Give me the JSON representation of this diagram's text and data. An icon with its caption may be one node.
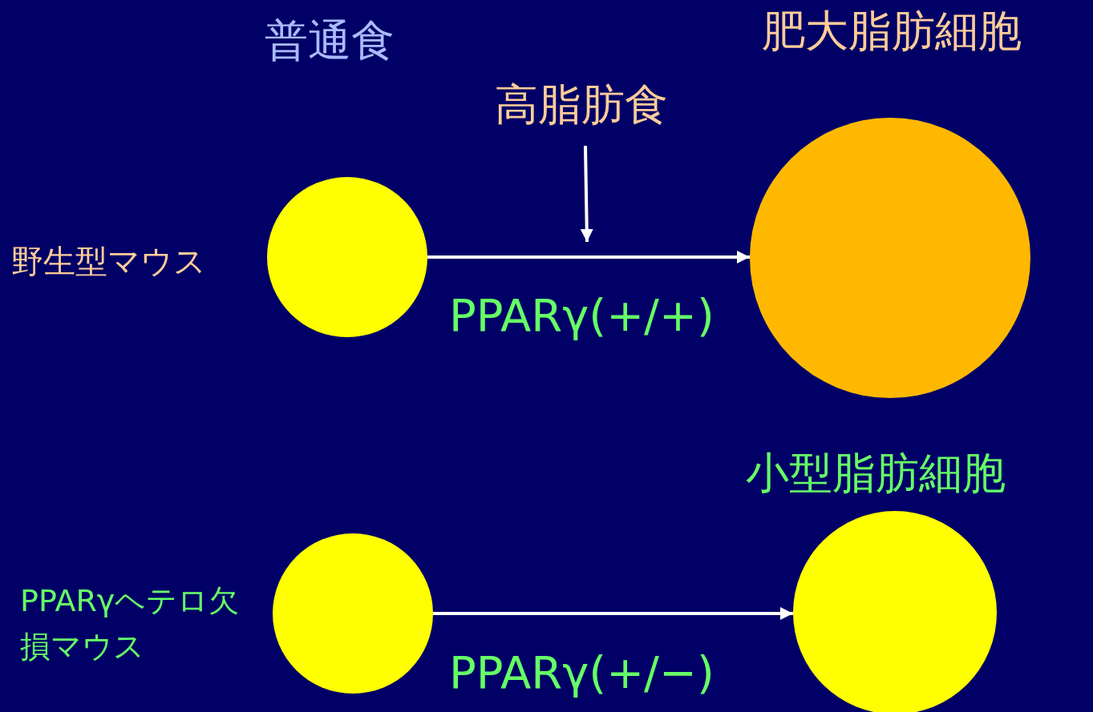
{
  "diagram": {
    "nodes": [
      {
        "text": [],
        "shape": "circle"
      },
      {
        "text": [],
        "shape": "circle",
        "beside": [
          "肥大脂肪細胞"
        ]
      },
      {
        "text": [
          "高脂肪食"
        ]
      },
      {
        "text": [],
        "shape": "circle"
      },
      {
        "text": [],
        "shape": "circle",
        "beside": [
          "小型脂肪細胞"
        ]
      }
    ],
    "edges": [
      {
        "from": 0,
        "to": 1,
        "arrow": "to",
        "label": "PPARγ(+/+)"
      },
      {
        "from": 2,
        "to": null,
        "arrow": "to"
      },
      {
        "from": 3,
        "to": 4,
        "arrow": "to",
        "label": "PPARγ(+/−)"
      }
    ],
    "labels": [
      "普通食",
      "野生型マウス",
      "PPARγヘテロ欠損マウス"
    ]
  }
}
